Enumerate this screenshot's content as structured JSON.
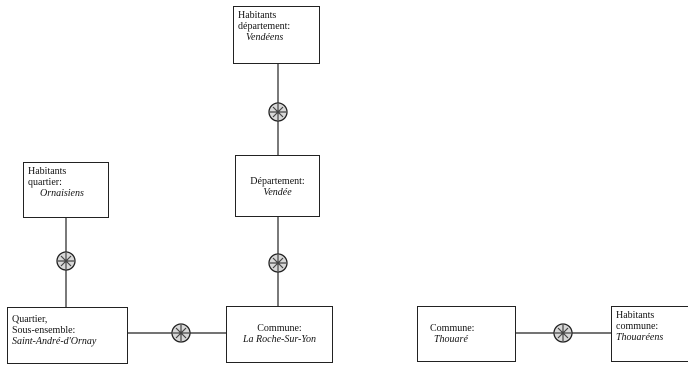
{
  "entities": {
    "habitants_departement": {
      "lines": [
        "Habitants",
        "département:"
      ],
      "value": "Vendéens"
    },
    "departement": {
      "lines": [
        "Département:"
      ],
      "value": "Vendée"
    },
    "habitants_quartier": {
      "lines": [
        "Habitants",
        "quartier:"
      ],
      "value": "Ornaisiens"
    },
    "quartier": {
      "lines": [
        "Quartier,",
        "Sous-ensemble:"
      ],
      "value": "Saint-André-d'Ornay"
    },
    "commune_rsy": {
      "lines": [
        "Commune:"
      ],
      "value": "La Roche-Sur-Yon"
    },
    "commune_thouare": {
      "lines": [
        "Commune:"
      ],
      "value": "Thouaré"
    },
    "habitants_commune": {
      "lines": [
        "Habitants",
        "commune:"
      ],
      "value": "Thouaréens"
    }
  }
}
